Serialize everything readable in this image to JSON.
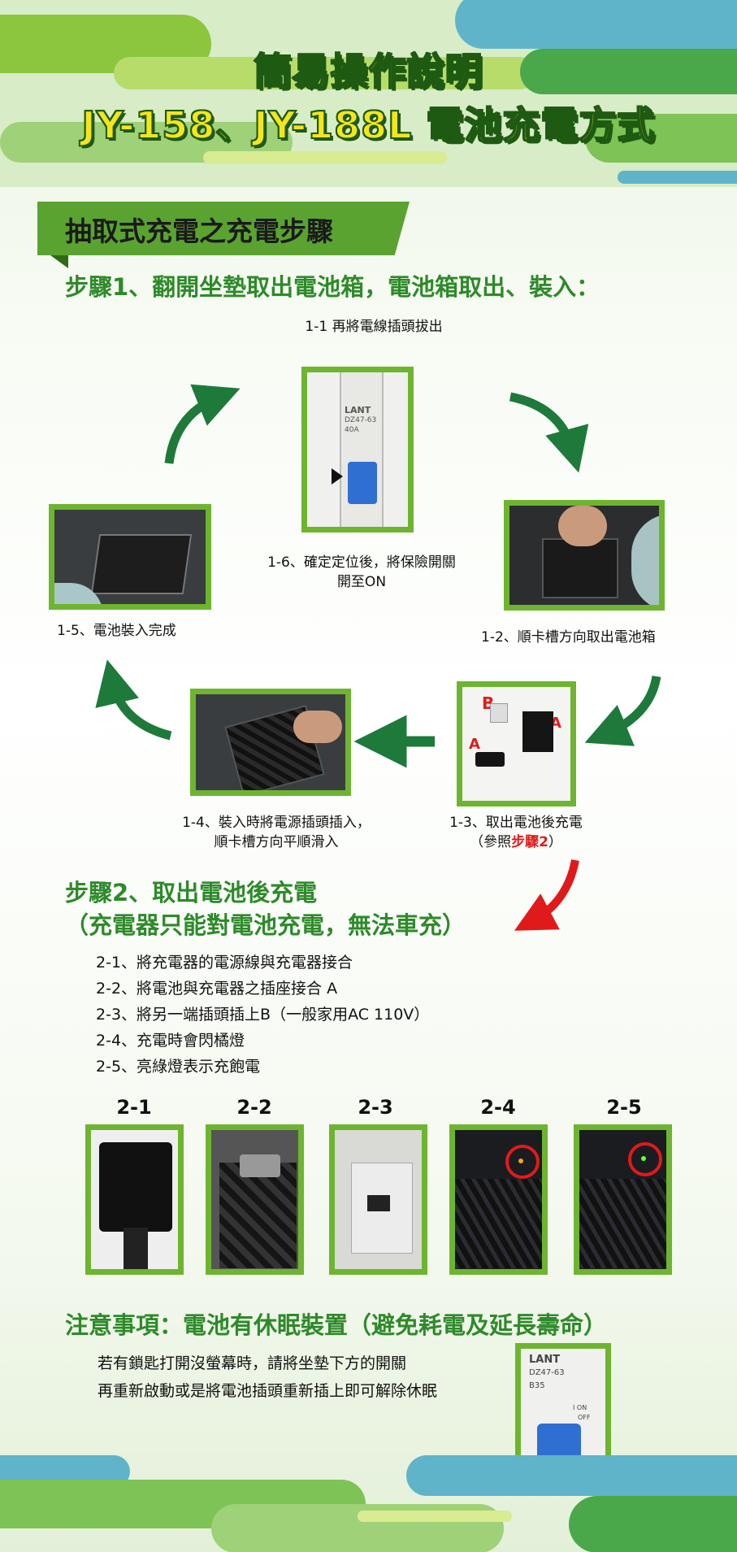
{
  "header": {
    "title_line1": "簡易操作說明",
    "title_line2": "JY-158、JY-188L 電池充電方式"
  },
  "section1": {
    "banner": "抽取式充電之充電步驟",
    "step1_heading": "步驟1、翻開坐墊取出電池箱，電池箱取出、裝入：",
    "cap_1_1": "1-1  再將電線插頭拔出",
    "cap_1_6_line1": "1-6、確定定位後，將保險開關",
    "cap_1_6_line2": "開至ON",
    "cap_1_5": "1-5、電池裝入完成",
    "cap_1_2": "1-2、順卡槽方向取出電池箱",
    "cap_1_4_line1": "1-4、裝入時將電源插頭插入，",
    "cap_1_4_line2": "順卡槽方向平順滑入",
    "cap_1_3_line1": "1-3、取出電池後充電",
    "cap_1_3_pre": "（參照",
    "cap_1_3_ref": "步驟2",
    "cap_1_3_post": "）",
    "photo_labels": {
      "b": "B",
      "a1": "A",
      "a2": "A"
    },
    "breaker_brand": "LANT",
    "breaker_model": "DZ47-63",
    "breaker_rating": "40A"
  },
  "section2": {
    "heading_line1": "步驟2、取出電池後充電",
    "heading_line2": "（充電器只能對電池充電，無法車充）",
    "items": [
      "2-1、將充電器的電源線與充電器接合",
      "2-2、將電池與充電器之插座接合 A",
      "2-3、將另一端插頭插上B（一般家用AC 110V）",
      "2-4、充電時會閃橘燈",
      "2-5、亮綠燈表示充飽電"
    ],
    "photo_steps": [
      "2-1",
      "2-2",
      "2-3",
      "2-4",
      "2-5"
    ]
  },
  "notice": {
    "heading": "注意事項：電池有休眠裝置（避免耗電及延長壽命）",
    "line1": "若有鎖匙打開沒螢幕時，請將坐墊下方的開關",
    "line2": "再重新啟動或是將電池插頭重新插上即可解除休眠",
    "breaker_brand": "LANT",
    "breaker_model": "DZ47-63",
    "breaker_rating": "B35",
    "breaker_on": "I ON",
    "breaker_off": "OFF"
  },
  "colors": {
    "green_frame": "#6db52f",
    "arrow_green": "#1e7a3a",
    "arrow_red": "#e01a1a",
    "heading_green": "#2e8a2a",
    "title_yellow": "#f5e51c"
  }
}
